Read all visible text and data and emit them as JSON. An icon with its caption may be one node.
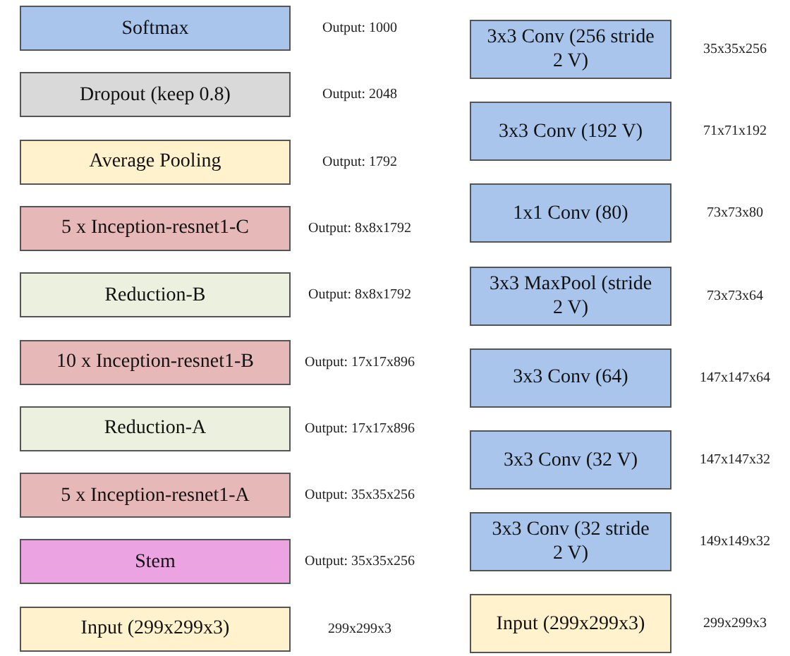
{
  "diagram": {
    "nodes": [
      {
        "text": [
          "Softmax"
        ],
        "beside": [
          "Output: 1000"
        ]
      },
      {
        "text": [
          "Dropout (keep 0.8)"
        ],
        "beside": [
          "Output: 2048"
        ]
      },
      {
        "text": [
          "Average Pooling"
        ],
        "beside": [
          "Output: 1792"
        ]
      },
      {
        "text": [
          "5 x Inception-resnet1-C"
        ],
        "beside": [
          "Output: 8x8x1792"
        ]
      },
      {
        "text": [
          "Reduction-B"
        ],
        "beside": [
          "Output: 8x8x1792"
        ]
      },
      {
        "text": [
          "10 x Inception-resnet1-B"
        ],
        "beside": [
          "Output: 17x17x896"
        ]
      },
      {
        "text": [
          "Reduction-A"
        ],
        "beside": [
          "Output: 17x17x896"
        ]
      },
      {
        "text": [
          "5 x Inception-resnet1-A"
        ],
        "beside": [
          "Output: 35x35x256"
        ]
      },
      {
        "text": [
          "Stem"
        ],
        "beside": [
          "Output: 35x35x256"
        ]
      },
      {
        "text": [
          "Input (299x299x3)"
        ],
        "beside": [
          "299x299x3"
        ]
      },
      {
        "text": [
          "3x3 Conv (256 stride 2 V)"
        ],
        "beside": [
          "35x35x256"
        ]
      },
      {
        "text": [
          "3x3 Conv (192 V)"
        ],
        "beside": [
          "71x71x192"
        ]
      },
      {
        "text": [
          "1x1 Conv (80)"
        ],
        "beside": [
          "73x73x80"
        ]
      },
      {
        "text": [
          "3x3 MaxPool (stride 2 V)"
        ],
        "beside": [
          "73x73x64"
        ]
      },
      {
        "text": [
          "3x3 Conv (64)"
        ],
        "beside": [
          "147x147x64"
        ]
      },
      {
        "text": [
          "3x3 Conv (32 V)"
        ],
        "beside": [
          "147x147x32"
        ]
      },
      {
        "text": [
          "3x3 Conv (32 stride 2 V)"
        ],
        "beside": [
          "149x149x32"
        ]
      },
      {
        "text": [
          "Input (299x299x3)"
        ],
        "beside": [
          "299x299x3"
        ]
      }
    ]
  }
}
